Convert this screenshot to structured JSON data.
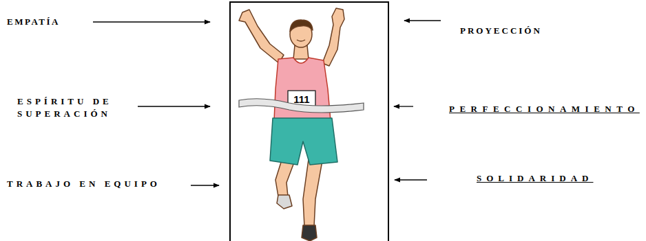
{
  "diagram": {
    "nodes": [
      {
        "text": [
          "111"
        ]
      }
    ],
    "labels": [
      "EMPATÍA",
      "PROYECCIÓN",
      "ESPÍRITU DE SUPERACIÓN",
      "PERFECCIONAMIENTO",
      "TRABAJO EN EQUIPO",
      "SOLIDARIDAD"
    ]
  }
}
